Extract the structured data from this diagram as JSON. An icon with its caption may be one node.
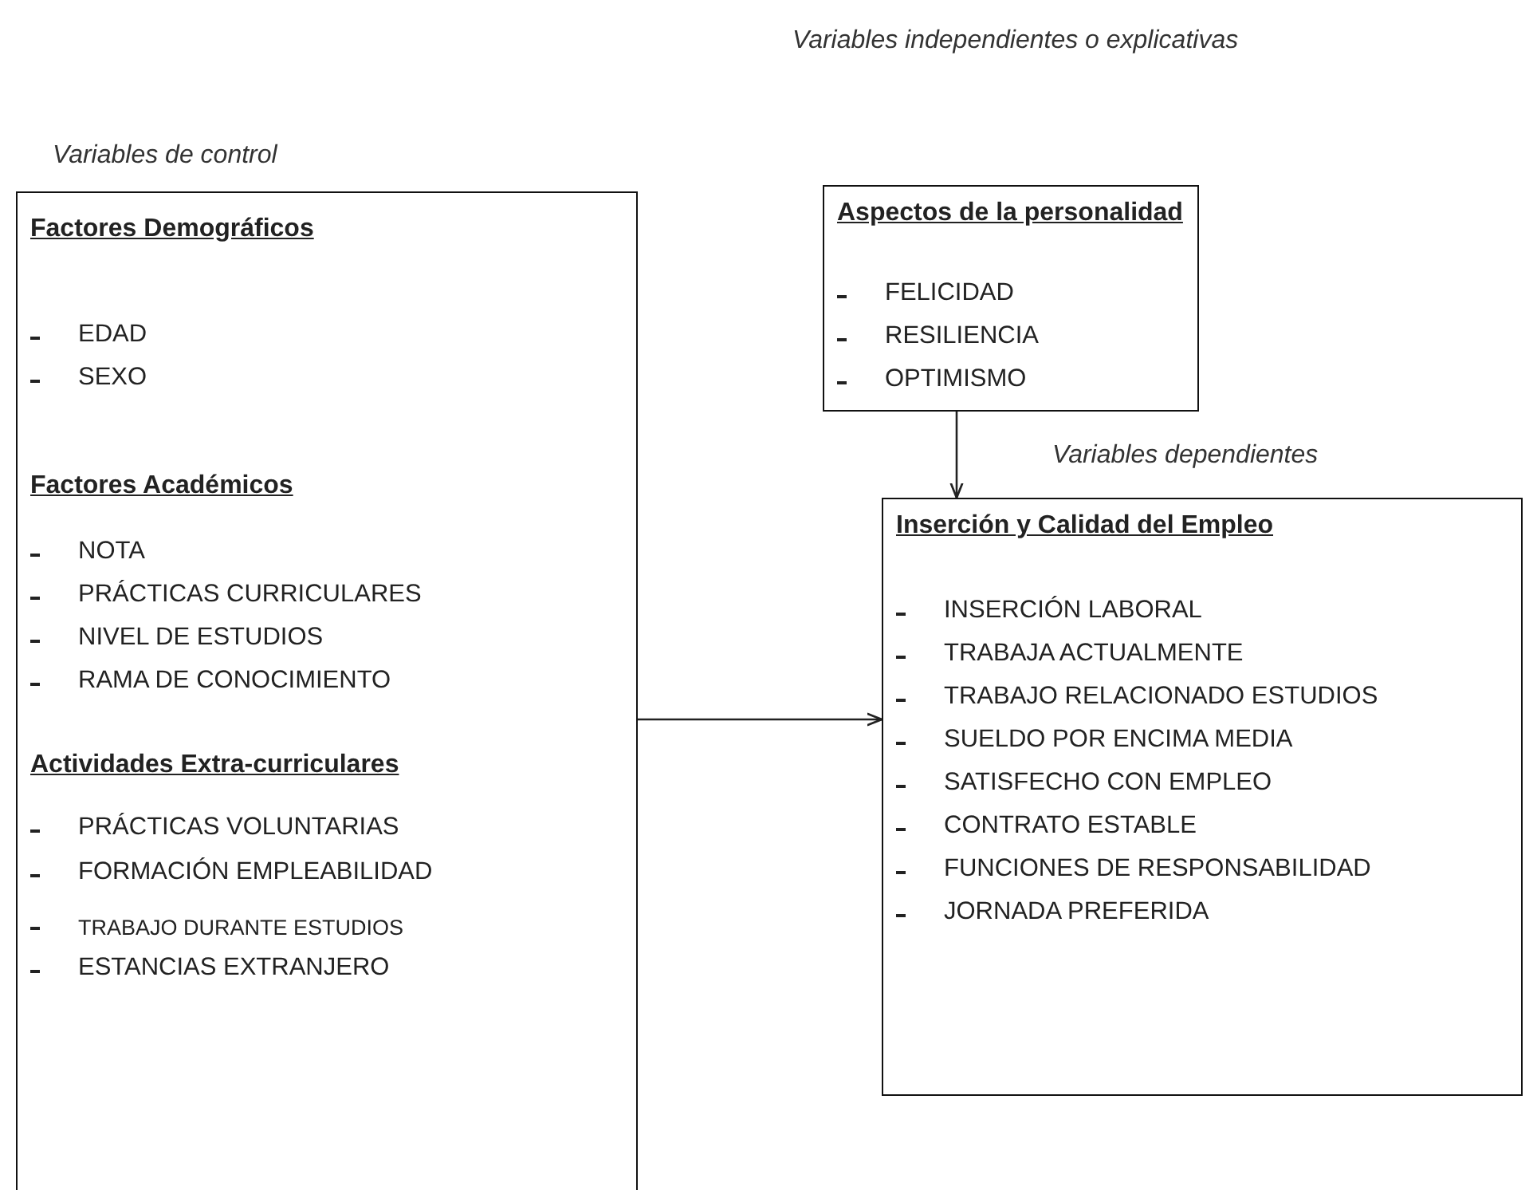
{
  "diagram": {
    "nodes": [
      {
        "text": [
          "Variables de control",
          "Factores Demográficos",
          "EDAD",
          "SEXO",
          "Factores Académicos",
          "NOTA",
          "PRÁCTICAS CURRICULARES",
          "NIVEL DE ESTUDIOS",
          "RAMA DE CONOCIMIENTO",
          "Actividades Extra-curriculares",
          "PRÁCTICAS VOLUNTARIAS",
          "FORMACIÓN EMPLEABILIDAD",
          "TRABAJO  DURANTE  ESTUDIOS",
          "ESTANCIAS EXTRANJERO"
        ]
      },
      {
        "text": [
          "Variables independientes o explicativas",
          "Aspectos de la personalidad",
          "FELICIDAD",
          "RESILIENCIA",
          "OPTIMISMO"
        ]
      },
      {
        "text": [
          "Variables dependientes",
          "Inserción y Calidad del Empleo",
          "INSERCIÓN LABORAL",
          "TRABAJA ACTUALMENTE",
          "TRABAJO RELACIONADO ESTUDIOS",
          "SUELDO POR ENCIMA MEDIA",
          "SATISFECHO CON EMPLEO",
          "CONTRATO ESTABLE",
          "FUNCIONES DE RESPONSABILIDAD",
          "JORNADA PREFERIDA"
        ]
      }
    ],
    "edges": [
      {
        "from": 1,
        "to": 2,
        "arrow": "to"
      },
      {
        "from": 0,
        "to": 2,
        "arrow": "to"
      }
    ]
  }
}
